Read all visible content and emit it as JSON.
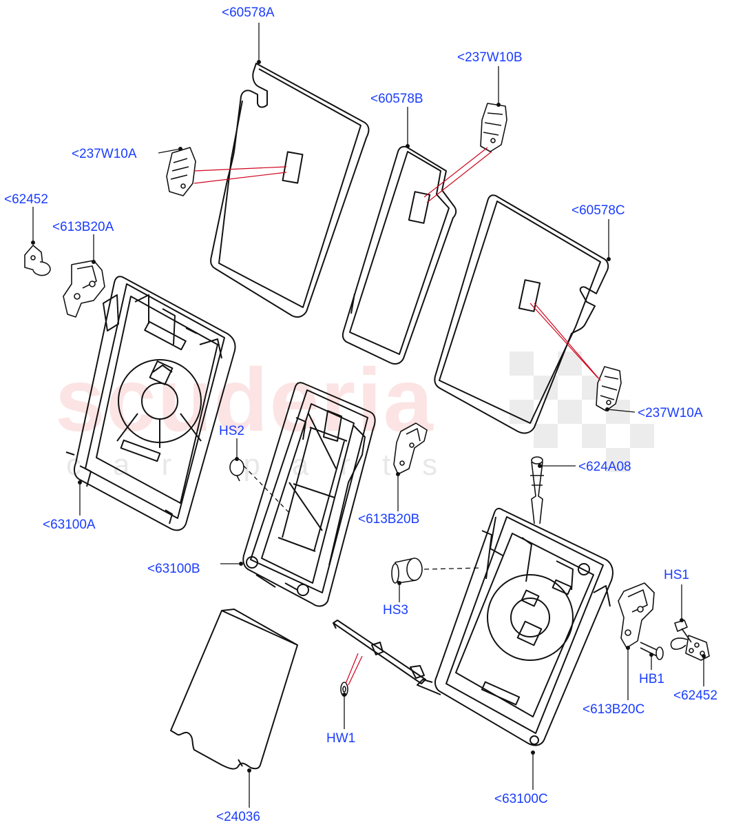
{
  "watermark": {
    "brand": "scuderia",
    "tagline": "car parts"
  },
  "callouts": [
    {
      "id": "c-60578A",
      "text": "<60578A"
    },
    {
      "id": "c-237W10B",
      "text": "<237W10B"
    },
    {
      "id": "c-60578B",
      "text": "<60578B"
    },
    {
      "id": "c-237W10A-top",
      "text": "<237W10A"
    },
    {
      "id": "c-62452-left",
      "text": "<62452"
    },
    {
      "id": "c-613B20A",
      "text": "<613B20A"
    },
    {
      "id": "c-60578C",
      "text": "<60578C"
    },
    {
      "id": "c-237W10A-right",
      "text": "<237W10A"
    },
    {
      "id": "c-HS2",
      "text": "HS2"
    },
    {
      "id": "c-624A08",
      "text": "<624A08"
    },
    {
      "id": "c-63100A",
      "text": "<63100A"
    },
    {
      "id": "c-613B20B",
      "text": "<613B20B"
    },
    {
      "id": "c-63100B",
      "text": "<63100B"
    },
    {
      "id": "c-HS1",
      "text": "HS1"
    },
    {
      "id": "c-HS3",
      "text": "HS3"
    },
    {
      "id": "c-HB1",
      "text": "HB1"
    },
    {
      "id": "c-62452-right",
      "text": "<62452"
    },
    {
      "id": "c-613B20C",
      "text": "<613B20C"
    },
    {
      "id": "c-HW1",
      "text": "HW1"
    },
    {
      "id": "c-63100C",
      "text": "<63100C"
    },
    {
      "id": "c-24036",
      "text": "<24036"
    }
  ],
  "colors": {
    "callout": "#1a3cff",
    "leader_red": "#d0021b",
    "line": "#111111"
  }
}
